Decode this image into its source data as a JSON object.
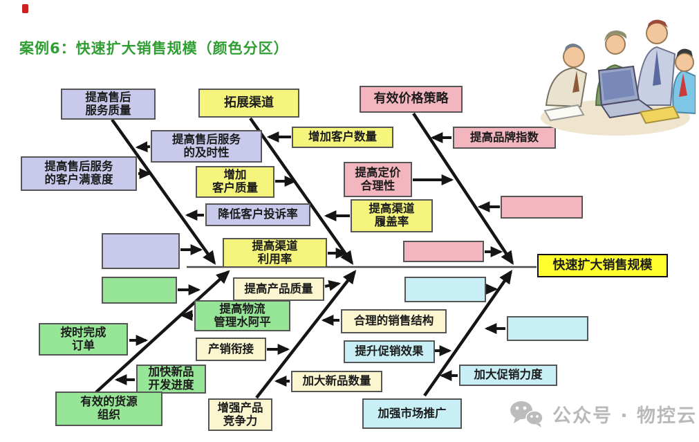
{
  "title": "案例6：快速扩大销售规模（颜色分区）",
  "effect": {
    "label": "快速扩大销售规模"
  },
  "watermark": {
    "label": "公众号 · 物控云",
    "icon": "wechat-icon"
  },
  "colors": {
    "title_green": "#2f9e33",
    "zone_purple_after_sales": "#c9c9ec",
    "zone_yellow_channel": "#f5f57e",
    "zone_pink_price": "#f3b6be",
    "zone_green_supply": "#97e697",
    "zone_cream_product": "#fbf6d0",
    "zone_cyan_promotion": "#c7eff5",
    "effect_yellow": "#ffff2e"
  },
  "nodes": {
    "n1": {
      "label": "提高售后\n服务质量"
    },
    "n2": {
      "label": "提高售后服务\n的及时性"
    },
    "n3": {
      "label": "提高售后服务\n的客户满意度"
    },
    "n4": {
      "label": "降低客户投诉率"
    },
    "n5": {
      "label": ""
    },
    "n6": {
      "label": "拓展渠道"
    },
    "n7": {
      "label": "增加客户数量"
    },
    "n8": {
      "label": "增加\n客户质量"
    },
    "n9": {
      "label": "提高渠道\n履盖率"
    },
    "n10": {
      "label": "提高渠道\n利用率"
    },
    "n11": {
      "label": "有效价格策略"
    },
    "n12": {
      "label": "提高品牌指数"
    },
    "n13": {
      "label": "提高定价\n合理性"
    },
    "n14": {
      "label": ""
    },
    "n15": {
      "label": ""
    },
    "n16": {
      "label": ""
    },
    "n17": {
      "label": "按时完成\n订单"
    },
    "n18": {
      "label": "加快新品\n开发进度"
    },
    "n19": {
      "label": "有效的货源\n组织"
    },
    "n20": {
      "label": "提高物流\n管理水阿平"
    },
    "n21": {
      "label": "提高产品质量"
    },
    "n22": {
      "label": "产销衔接"
    },
    "n23": {
      "label": "加大新品数量"
    },
    "n24": {
      "label": "合理的销售结构"
    },
    "n25": {
      "label": "增强产品\n竞争力"
    },
    "n26": {
      "label": "提升促销效果"
    },
    "n27": {
      "label": ""
    },
    "n28": {
      "label": ""
    },
    "n29": {
      "label": "加大促销力度"
    },
    "n30": {
      "label": "加强市场推广"
    }
  }
}
